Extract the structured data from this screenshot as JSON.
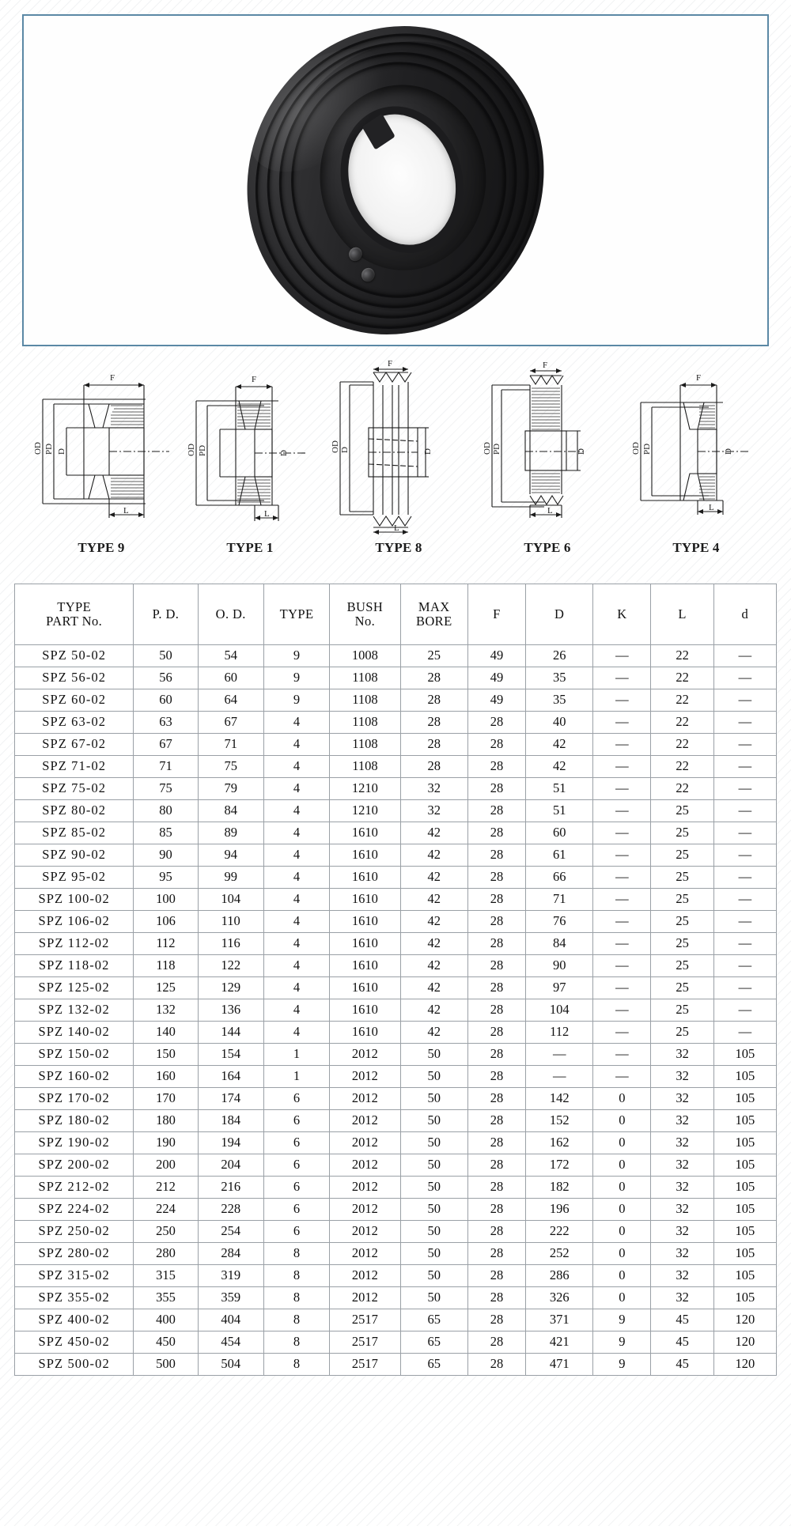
{
  "product_photo": {
    "alt": "black multi-groove taper lock V-belt pulley",
    "border_color": "#5b88a5"
  },
  "diagrams": {
    "dimension_labels": {
      "od": "OD",
      "pd": "PD",
      "d": "D",
      "f": "F",
      "l": "L"
    },
    "items": [
      {
        "caption": "TYPE 9"
      },
      {
        "caption": "TYPE 1"
      },
      {
        "caption": "TYPE 8"
      },
      {
        "caption": "TYPE 6"
      },
      {
        "caption": "TYPE 4"
      }
    ]
  },
  "table": {
    "headers": [
      {
        "line1": "TYPE",
        "line2": "PART No."
      },
      {
        "line1": "P. D.",
        "line2": ""
      },
      {
        "line1": "O. D.",
        "line2": ""
      },
      {
        "line1": "TYPE",
        "line2": ""
      },
      {
        "line1": "BUSH",
        "line2": "No."
      },
      {
        "line1": "MAX",
        "line2": "BORE"
      },
      {
        "line1": "F",
        "line2": ""
      },
      {
        "line1": "D",
        "line2": ""
      },
      {
        "line1": "K",
        "line2": ""
      },
      {
        "line1": "L",
        "line2": ""
      },
      {
        "line1": "d",
        "line2": ""
      }
    ],
    "rows": [
      [
        "SPZ 50-02",
        "50",
        "54",
        "9",
        "1008",
        "25",
        "49",
        "26",
        "—",
        "22",
        "—"
      ],
      [
        "SPZ 56-02",
        "56",
        "60",
        "9",
        "1108",
        "28",
        "49",
        "35",
        "—",
        "22",
        "—"
      ],
      [
        "SPZ 60-02",
        "60",
        "64",
        "9",
        "1108",
        "28",
        "49",
        "35",
        "—",
        "22",
        "—"
      ],
      [
        "SPZ 63-02",
        "63",
        "67",
        "4",
        "1108",
        "28",
        "28",
        "40",
        "—",
        "22",
        "—"
      ],
      [
        "SPZ 67-02",
        "67",
        "71",
        "4",
        "1108",
        "28",
        "28",
        "42",
        "—",
        "22",
        "—"
      ],
      [
        "SPZ 71-02",
        "71",
        "75",
        "4",
        "1108",
        "28",
        "28",
        "42",
        "—",
        "22",
        "—"
      ],
      [
        "SPZ 75-02",
        "75",
        "79",
        "4",
        "1210",
        "32",
        "28",
        "51",
        "—",
        "22",
        "—"
      ],
      [
        "SPZ 80-02",
        "80",
        "84",
        "4",
        "1210",
        "32",
        "28",
        "51",
        "—",
        "25",
        "—"
      ],
      [
        "SPZ 85-02",
        "85",
        "89",
        "4",
        "1610",
        "42",
        "28",
        "60",
        "—",
        "25",
        "—"
      ],
      [
        "SPZ 90-02",
        "90",
        "94",
        "4",
        "1610",
        "42",
        "28",
        "61",
        "—",
        "25",
        "—"
      ],
      [
        "SPZ 95-02",
        "95",
        "99",
        "4",
        "1610",
        "42",
        "28",
        "66",
        "—",
        "25",
        "—"
      ],
      [
        "SPZ 100-02",
        "100",
        "104",
        "4",
        "1610",
        "42",
        "28",
        "71",
        "—",
        "25",
        "—"
      ],
      [
        "SPZ 106-02",
        "106",
        "110",
        "4",
        "1610",
        "42",
        "28",
        "76",
        "—",
        "25",
        "—"
      ],
      [
        "SPZ 112-02",
        "112",
        "116",
        "4",
        "1610",
        "42",
        "28",
        "84",
        "—",
        "25",
        "—"
      ],
      [
        "SPZ 118-02",
        "118",
        "122",
        "4",
        "1610",
        "42",
        "28",
        "90",
        "—",
        "25",
        "—"
      ],
      [
        "SPZ 125-02",
        "125",
        "129",
        "4",
        "1610",
        "42",
        "28",
        "97",
        "—",
        "25",
        "—"
      ],
      [
        "SPZ 132-02",
        "132",
        "136",
        "4",
        "1610",
        "42",
        "28",
        "104",
        "—",
        "25",
        "—"
      ],
      [
        "SPZ 140-02",
        "140",
        "144",
        "4",
        "1610",
        "42",
        "28",
        "112",
        "—",
        "25",
        "—"
      ],
      [
        "SPZ 150-02",
        "150",
        "154",
        "1",
        "2012",
        "50",
        "28",
        "—",
        "—",
        "32",
        "105"
      ],
      [
        "SPZ 160-02",
        "160",
        "164",
        "1",
        "2012",
        "50",
        "28",
        "—",
        "—",
        "32",
        "105"
      ],
      [
        "SPZ 170-02",
        "170",
        "174",
        "6",
        "2012",
        "50",
        "28",
        "142",
        "0",
        "32",
        "105"
      ],
      [
        "SPZ 180-02",
        "180",
        "184",
        "6",
        "2012",
        "50",
        "28",
        "152",
        "0",
        "32",
        "105"
      ],
      [
        "SPZ 190-02",
        "190",
        "194",
        "6",
        "2012",
        "50",
        "28",
        "162",
        "0",
        "32",
        "105"
      ],
      [
        "SPZ 200-02",
        "200",
        "204",
        "6",
        "2012",
        "50",
        "28",
        "172",
        "0",
        "32",
        "105"
      ],
      [
        "SPZ 212-02",
        "212",
        "216",
        "6",
        "2012",
        "50",
        "28",
        "182",
        "0",
        "32",
        "105"
      ],
      [
        "SPZ 224-02",
        "224",
        "228",
        "6",
        "2012",
        "50",
        "28",
        "196",
        "0",
        "32",
        "105"
      ],
      [
        "SPZ 250-02",
        "250",
        "254",
        "6",
        "2012",
        "50",
        "28",
        "222",
        "0",
        "32",
        "105"
      ],
      [
        "SPZ 280-02",
        "280",
        "284",
        "8",
        "2012",
        "50",
        "28",
        "252",
        "0",
        "32",
        "105"
      ],
      [
        "SPZ 315-02",
        "315",
        "319",
        "8",
        "2012",
        "50",
        "28",
        "286",
        "0",
        "32",
        "105"
      ],
      [
        "SPZ 355-02",
        "355",
        "359",
        "8",
        "2012",
        "50",
        "28",
        "326",
        "0",
        "32",
        "105"
      ],
      [
        "SPZ 400-02",
        "400",
        "404",
        "8",
        "2517",
        "65",
        "28",
        "371",
        "9",
        "45",
        "120"
      ],
      [
        "SPZ 450-02",
        "450",
        "454",
        "8",
        "2517",
        "65",
        "28",
        "421",
        "9",
        "45",
        "120"
      ],
      [
        "SPZ 500-02",
        "500",
        "504",
        "8",
        "2517",
        "65",
        "28",
        "471",
        "9",
        "45",
        "120"
      ]
    ]
  }
}
